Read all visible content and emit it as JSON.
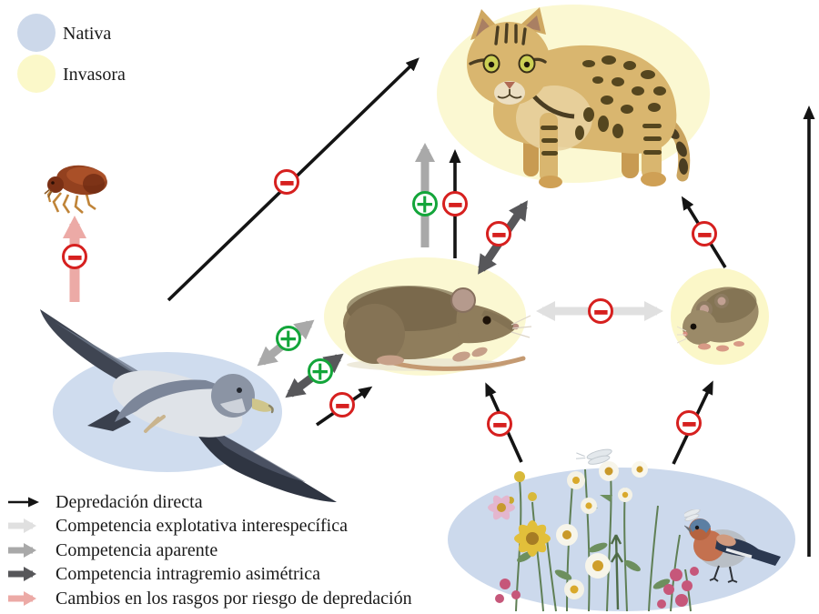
{
  "species_legend": {
    "items": [
      {
        "label": "Nativa",
        "swatch": "blue-circle",
        "color": "#cfdcee"
      },
      {
        "label": "Invasora",
        "swatch": "yellow-circle",
        "color": "#fbf8c9"
      }
    ]
  },
  "interaction_legend": {
    "items": [
      {
        "label": "Depredación directa",
        "arrow": "thin-black",
        "color": "#141414"
      },
      {
        "label": "Competencia explotativa interespecífica",
        "arrow": "thick-light-gray",
        "color": "#e0e0e0"
      },
      {
        "label": "Competencia aparente",
        "arrow": "thick-mid-gray",
        "color": "#a9a9a9"
      },
      {
        "label": "Competencia intragremio asimétrica",
        "arrow": "thick-dark-gray",
        "color": "#57575a"
      },
      {
        "label": "Cambios en los rasgos por riesgo de depredación",
        "arrow": "thick-pink",
        "color": "#ecaaa6"
      }
    ]
  },
  "signs": {
    "plus": "+",
    "minus": "−"
  },
  "status_colors": {
    "nativa": "#cfdcee",
    "invasora": "#fbf8d2"
  },
  "sign_colors": {
    "negative": "#d6201f",
    "positive": "#13a53a"
  },
  "organisms": [
    {
      "id": "flea",
      "status": "sin-elipse"
    },
    {
      "id": "cat",
      "status": "invasora"
    },
    {
      "id": "rat",
      "status": "invasora"
    },
    {
      "id": "mouse",
      "status": "invasora"
    },
    {
      "id": "shearwater",
      "status": "nativa"
    },
    {
      "id": "wildflowers-and-bird",
      "status": "nativa"
    }
  ],
  "interactions": [
    {
      "from": "shearwater",
      "to": "flea",
      "type": "cambios-rasgos-riesgo-depredacion",
      "sign": "−"
    },
    {
      "from": "shearwater",
      "to": "cat",
      "type": "depredacion-directa",
      "sign": "−"
    },
    {
      "from": "rat",
      "to": "cat",
      "type": "competencia-aparente",
      "sign": "+"
    },
    {
      "from": "rat",
      "to": "cat",
      "type": "depredacion-directa",
      "sign": "−"
    },
    {
      "from": "cat",
      "to": "rat",
      "type": "competencia-intragremio-asimetrica",
      "sign": "−",
      "bidirectional": true
    },
    {
      "from": "rat",
      "to": "mouse",
      "type": "competencia-explotativa-interespecifica",
      "sign": "−",
      "bidirectional": true
    },
    {
      "from": "mouse",
      "to": "cat",
      "type": "depredacion-directa",
      "sign": "−"
    },
    {
      "from": "shearwater",
      "to": "rat",
      "type": "competencia-aparente",
      "sign": "+",
      "bidirectional": true
    },
    {
      "from": "shearwater",
      "to": "rat",
      "type": "competencia-intragremio-asimetrica",
      "sign": "+",
      "bidirectional": true
    },
    {
      "from": "shearwater",
      "to": "rat",
      "type": "depredacion-directa",
      "sign": "−"
    },
    {
      "from": "wildflowers-and-bird",
      "to": "rat",
      "type": "depredacion-directa",
      "sign": "−"
    },
    {
      "from": "wildflowers-and-bird",
      "to": "mouse",
      "type": "depredacion-directa",
      "sign": "−"
    },
    {
      "from": "wildflowers-and-bird",
      "to": "cat",
      "type": "depredacion-directa",
      "sign": ""
    }
  ]
}
